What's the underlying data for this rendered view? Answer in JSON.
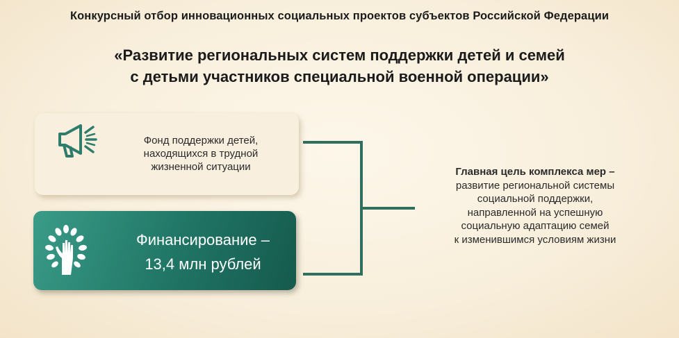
{
  "header": {
    "contest_line": "Конкурсный отбор  инновационных  социальных  проектов   субъектов Российской Федерации"
  },
  "title": {
    "line1": "«Развитие региональных систем поддержки детей и семей",
    "line2": "с детьми участников специальной военной операции»"
  },
  "fund_card": {
    "icon": "megaphone-icon",
    "line1": "Фонд поддержки детей,",
    "line2": "находящихся  в трудной",
    "line3": "жизненной  ситуации"
  },
  "funding_card": {
    "icon": "tree-hand-icon",
    "line1": "Финансирование –",
    "line2": "13,4 млн рублей"
  },
  "goal": {
    "title": "Главная цель комплекса мер –",
    "line1": "развитие  региональной  системы",
    "line2": "социальной поддержки,",
    "line3": "направленной на успешную",
    "line4": "социальную адаптацию семей",
    "line5": "к изменившимся  условиям жизни"
  },
  "colors": {
    "accent_teal": "#207565",
    "connector": "#2f6f5f",
    "background": "#f8eedb"
  }
}
